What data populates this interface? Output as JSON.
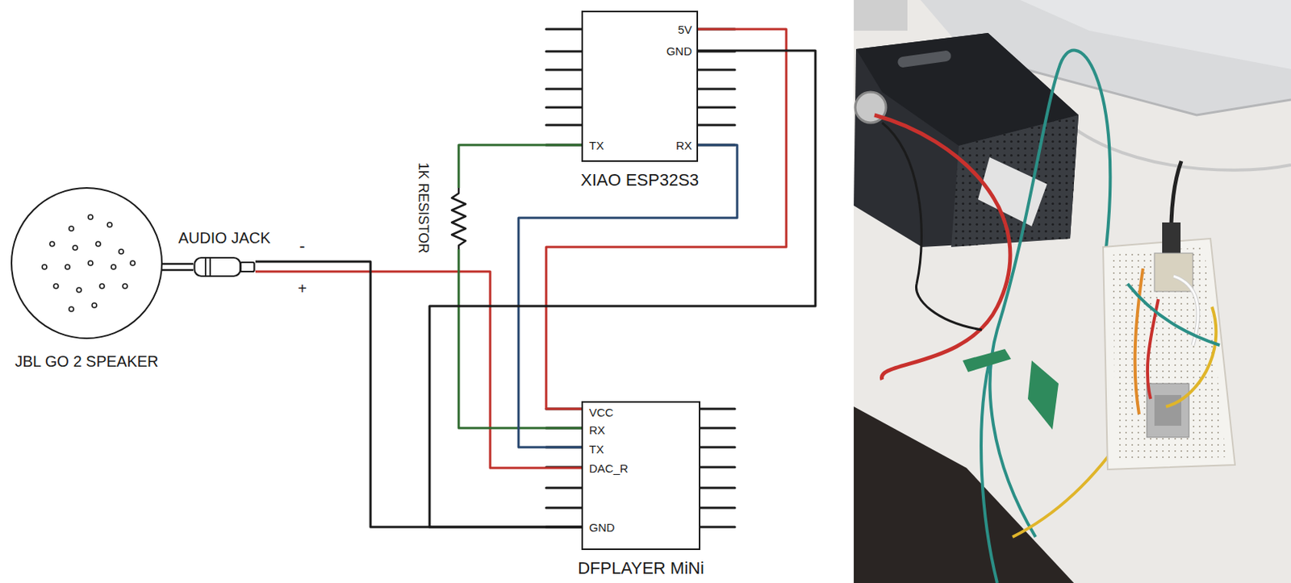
{
  "diagram": {
    "nodes": [
      {
        "text": [
          "JBL GO 2 SPEAKER"
        ]
      },
      {
        "text": [
          "AUDIO JACK"
        ]
      },
      {
        "text": [
          "XIAO ESP32S3"
        ]
      },
      {
        "text": [
          "DFPLAYER MiNi"
        ]
      }
    ],
    "edges": [
      {
        "from": 0,
        "to": 1,
        "arrow": "none"
      },
      {
        "from": 1,
        "to": 3,
        "arrow": "none"
      },
      {
        "from": 1,
        "to": 3,
        "arrow": "none"
      },
      {
        "from": 2,
        "to": 3,
        "arrow": "none"
      },
      {
        "from": 2,
        "to": 3,
        "arrow": "none"
      },
      {
        "from": 2,
        "to": 3,
        "arrow": "none"
      },
      {
        "from": 2,
        "to": 3,
        "arrow": "none"
      }
    ],
    "labels": [
      "1K RESISTOR",
      "-",
      "+",
      "5V",
      "GND",
      "TX",
      "RX",
      "VCC",
      "RX",
      "TX",
      "DAC_R",
      "GND"
    ]
  }
}
